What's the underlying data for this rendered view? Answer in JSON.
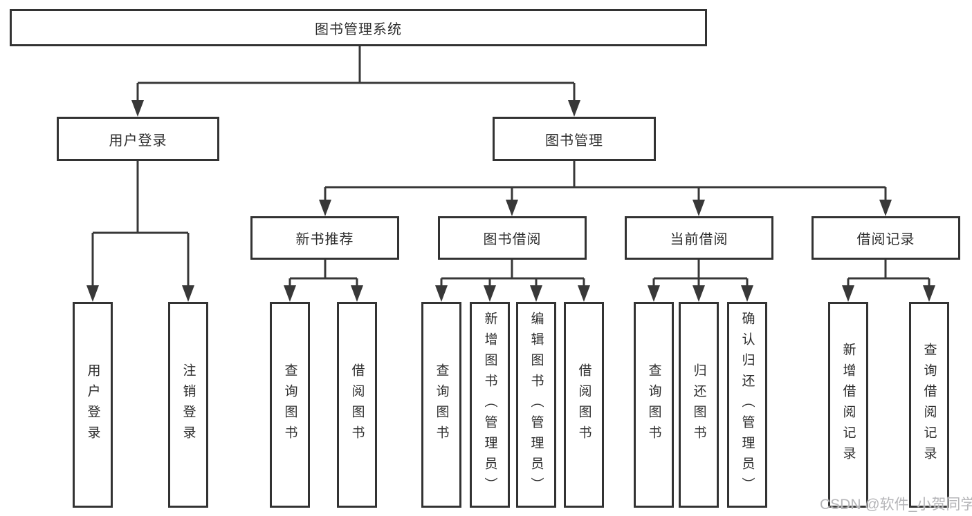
{
  "colors": {
    "background": "#ffffff",
    "line": "#383838",
    "box_border": "#333333",
    "box_fill": "#ffffff",
    "text": "#2e2e2e",
    "watermark": "#b5b5b8"
  },
  "watermark": {
    "text": "CSDN @软件_小贺同学"
  },
  "diagram": {
    "type": "tree",
    "root": {
      "label": "图书管理系统",
      "children": [
        {
          "label": "用户登录",
          "children": [
            {
              "label": "用户登录"
            },
            {
              "label": "注销登录"
            }
          ]
        },
        {
          "label": "图书管理",
          "children": [
            {
              "label": "新书推荐",
              "children": [
                {
                  "label": "查询图书"
                },
                {
                  "label": "借阅图书"
                }
              ]
            },
            {
              "label": "图书借阅",
              "children": [
                {
                  "label": "查询图书"
                },
                {
                  "label": "新增图书（管理员）"
                },
                {
                  "label": "编辑图书（管理员）"
                },
                {
                  "label": "借阅图书"
                }
              ]
            },
            {
              "label": "当前借阅",
              "children": [
                {
                  "label": "查询图书"
                },
                {
                  "label": "归还图书"
                },
                {
                  "label": "确认归还（管理员）"
                }
              ]
            },
            {
              "label": "借阅记录",
              "children": [
                {
                  "label": "新增借阅记录"
                },
                {
                  "label": "查询借阅记录"
                }
              ]
            }
          ]
        }
      ]
    }
  }
}
